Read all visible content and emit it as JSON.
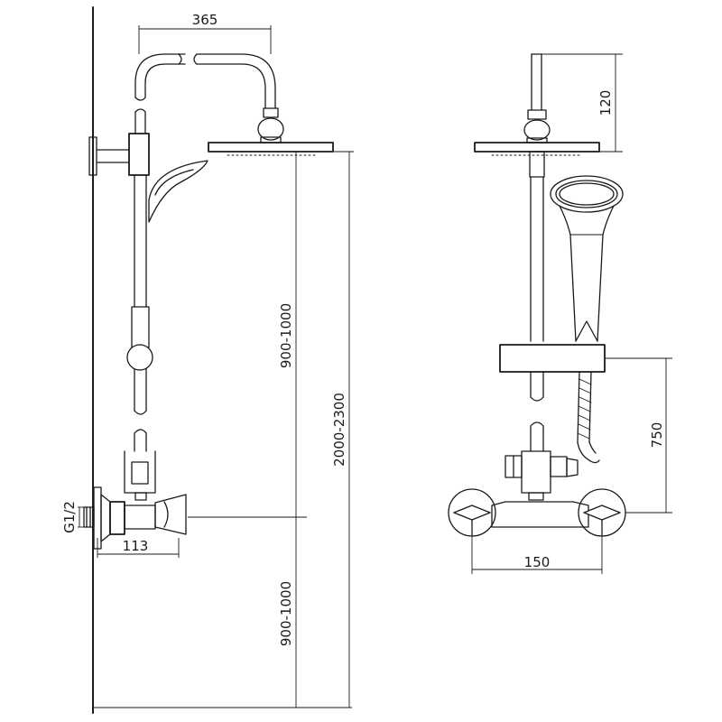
{
  "dimensions": {
    "head_arm_reach": "365",
    "head_height": "120",
    "slide_to_mixer": "900-1000",
    "overall_height": "2000-2300",
    "mixer_to_floor": "900-1000",
    "hand_holder_to_mixer": "750",
    "mixer_projection": "113",
    "inlet_thread": "G1/2",
    "mixer_width": "150"
  },
  "colors": {
    "line": "#1a1a1a",
    "background": "#ffffff"
  }
}
